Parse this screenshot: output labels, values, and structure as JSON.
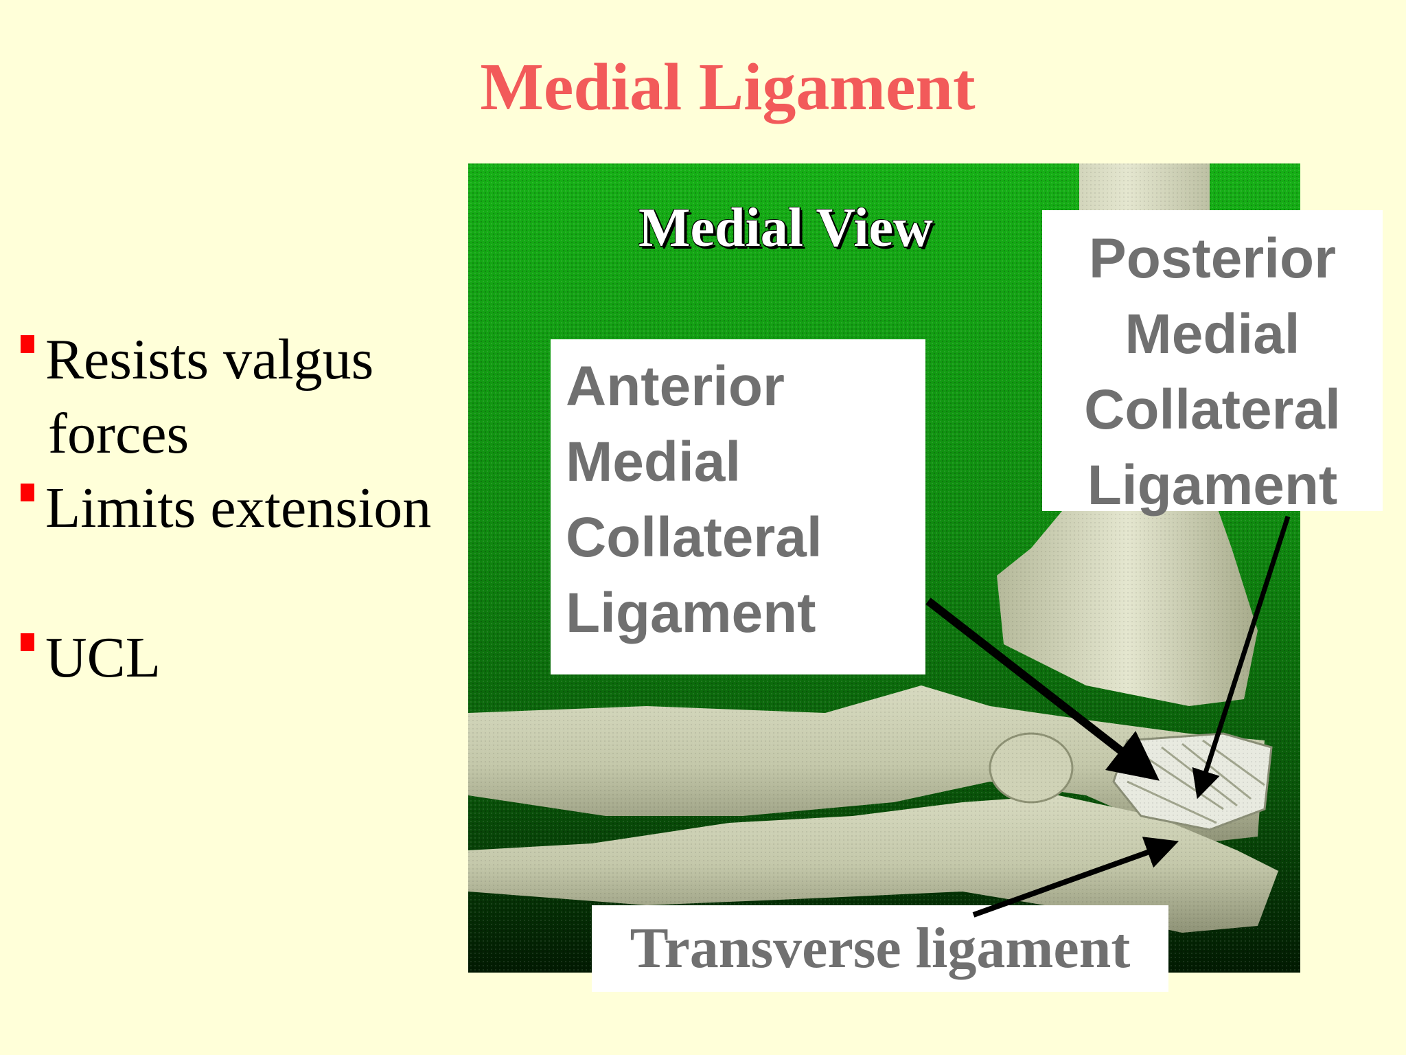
{
  "slide": {
    "title": "Medial Ligament"
  },
  "bullets": [
    {
      "lines": [
        "Resists valgus",
        "forces"
      ]
    },
    {
      "lines": [
        "Limits extension"
      ]
    },
    {
      "lines": [
        "UCL"
      ]
    }
  ],
  "figure": {
    "view_title": "Medial View",
    "labels": {
      "anterior": [
        "Anterior",
        "Medial",
        "Collateral",
        "Ligament"
      ],
      "posterior": [
        "Posterior",
        "Medial",
        "Collateral",
        "Ligament"
      ],
      "transverse": "Transverse ligament"
    }
  },
  "colors": {
    "background": "#ffffd9",
    "title": "#f25a5a",
    "bullet_marker": "#ff0000",
    "figure_green": "#1faa1f",
    "label_text": "#707070"
  }
}
